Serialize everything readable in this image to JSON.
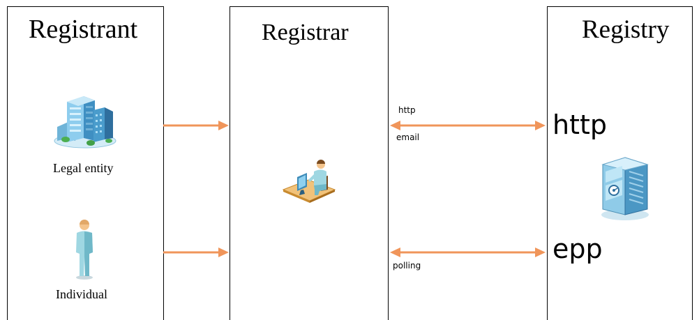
{
  "columns": {
    "registrant": {
      "title": "Registrant"
    },
    "registrar": {
      "title": "Registrar"
    },
    "registry": {
      "title": "Registry"
    }
  },
  "entities": {
    "legal_entity": {
      "label": "Legal entity",
      "icon": "office-building-icon"
    },
    "individual": {
      "label": "Individual",
      "icon": "person-icon"
    },
    "registrar_operator": {
      "icon": "person-at-computer-icon"
    },
    "registry_server": {
      "icon": "server-building-icon"
    }
  },
  "links": {
    "upper": {
      "label_above": "http",
      "label_below": "email",
      "protocol": "http"
    },
    "lower": {
      "label_below": "polling",
      "protocol": "epp"
    }
  },
  "colors": {
    "arrow": "#F0955A",
    "border": "#000000"
  }
}
